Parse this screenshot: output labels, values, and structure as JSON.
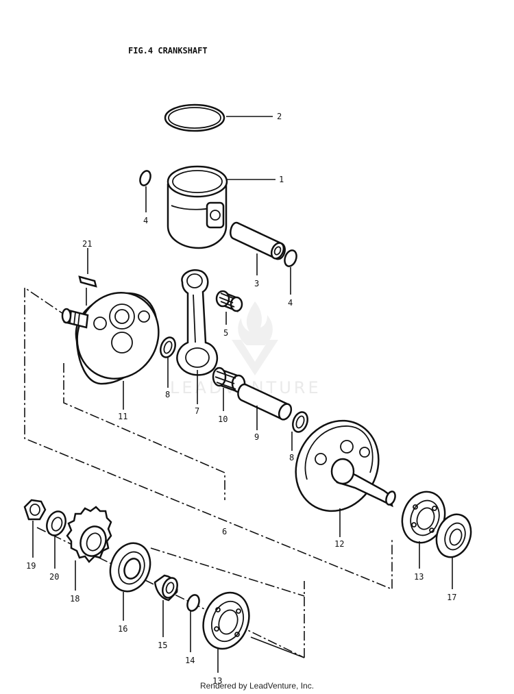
{
  "figure": {
    "title": "FIG.4 CRANKSHAFT"
  },
  "parts": [
    {
      "ref": "1",
      "name": "piston"
    },
    {
      "ref": "2",
      "name": "piston-ring"
    },
    {
      "ref": "3",
      "name": "piston-pin"
    },
    {
      "ref": "4",
      "name": "circlip",
      "count": 2
    },
    {
      "ref": "5",
      "name": "needle-bearing-small-end"
    },
    {
      "ref": "6",
      "name": "crankshaft-assembly"
    },
    {
      "ref": "7",
      "name": "connecting-rod"
    },
    {
      "ref": "8",
      "name": "thrust-washer",
      "count": 2
    },
    {
      "ref": "9",
      "name": "crank-pin"
    },
    {
      "ref": "10",
      "name": "needle-bearing-big-end"
    },
    {
      "ref": "11",
      "name": "crank-web-left"
    },
    {
      "ref": "12",
      "name": "crank-web-right"
    },
    {
      "ref": "13",
      "name": "bearing",
      "count": 2
    },
    {
      "ref": "14",
      "name": "o-ring"
    },
    {
      "ref": "15",
      "name": "spacer"
    },
    {
      "ref": "16",
      "name": "oil-seal"
    },
    {
      "ref": "17",
      "name": "oil-seal-right"
    },
    {
      "ref": "18",
      "name": "primary-drive-gear"
    },
    {
      "ref": "19",
      "name": "nut"
    },
    {
      "ref": "20",
      "name": "washer"
    },
    {
      "ref": "21",
      "name": "key"
    }
  ],
  "watermark": {
    "text": "LEADVENTURE"
  },
  "footer": {
    "credit": "Rendered by LeadVenture, Inc."
  }
}
